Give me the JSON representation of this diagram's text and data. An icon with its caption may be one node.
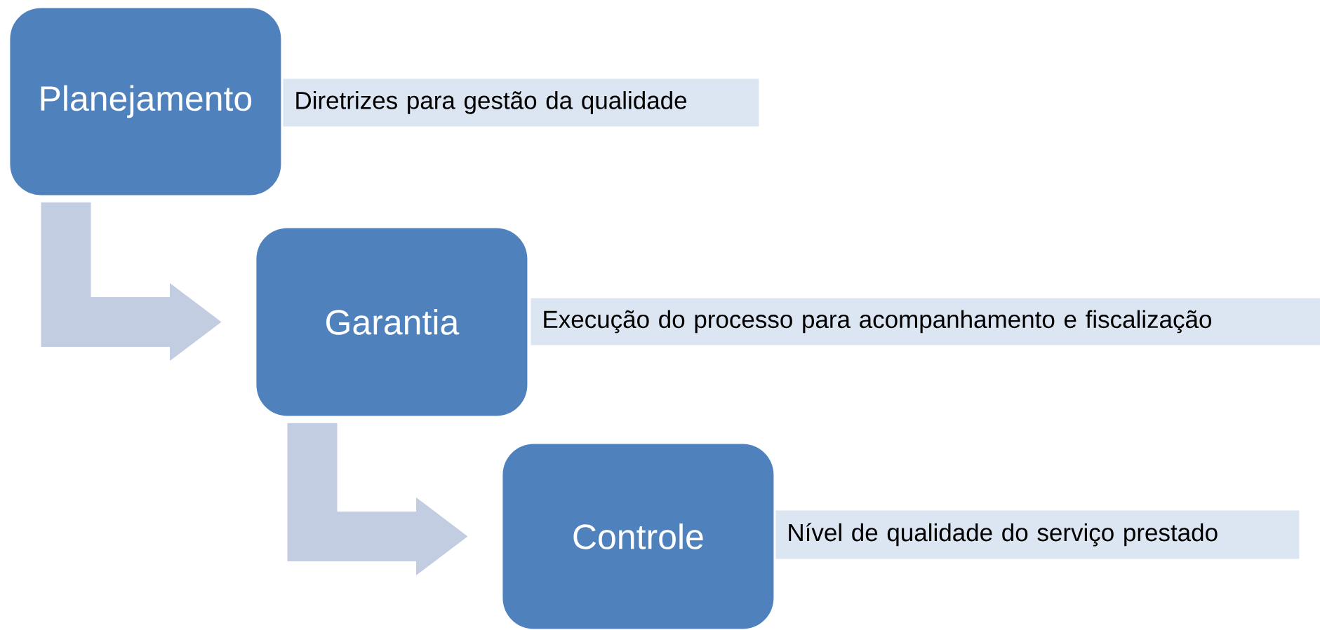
{
  "diagram": {
    "nodes": [
      {
        "text": [
          "Planejamento"
        ]
      },
      {
        "text": [
          "Diretrizes para gestão da qualidade"
        ]
      },
      {
        "text": [
          "Garantia"
        ]
      },
      {
        "text": [
          "Execução do processo para acompanhamento e fiscalização"
        ]
      },
      {
        "text": [
          "Controle"
        ]
      },
      {
        "text": [
          "Nível de qualidade do serviço prestado"
        ]
      }
    ],
    "edges": [
      {
        "from": 0,
        "to": 2,
        "arrow": "to"
      },
      {
        "from": 2,
        "to": 4,
        "arrow": "to"
      }
    ]
  }
}
